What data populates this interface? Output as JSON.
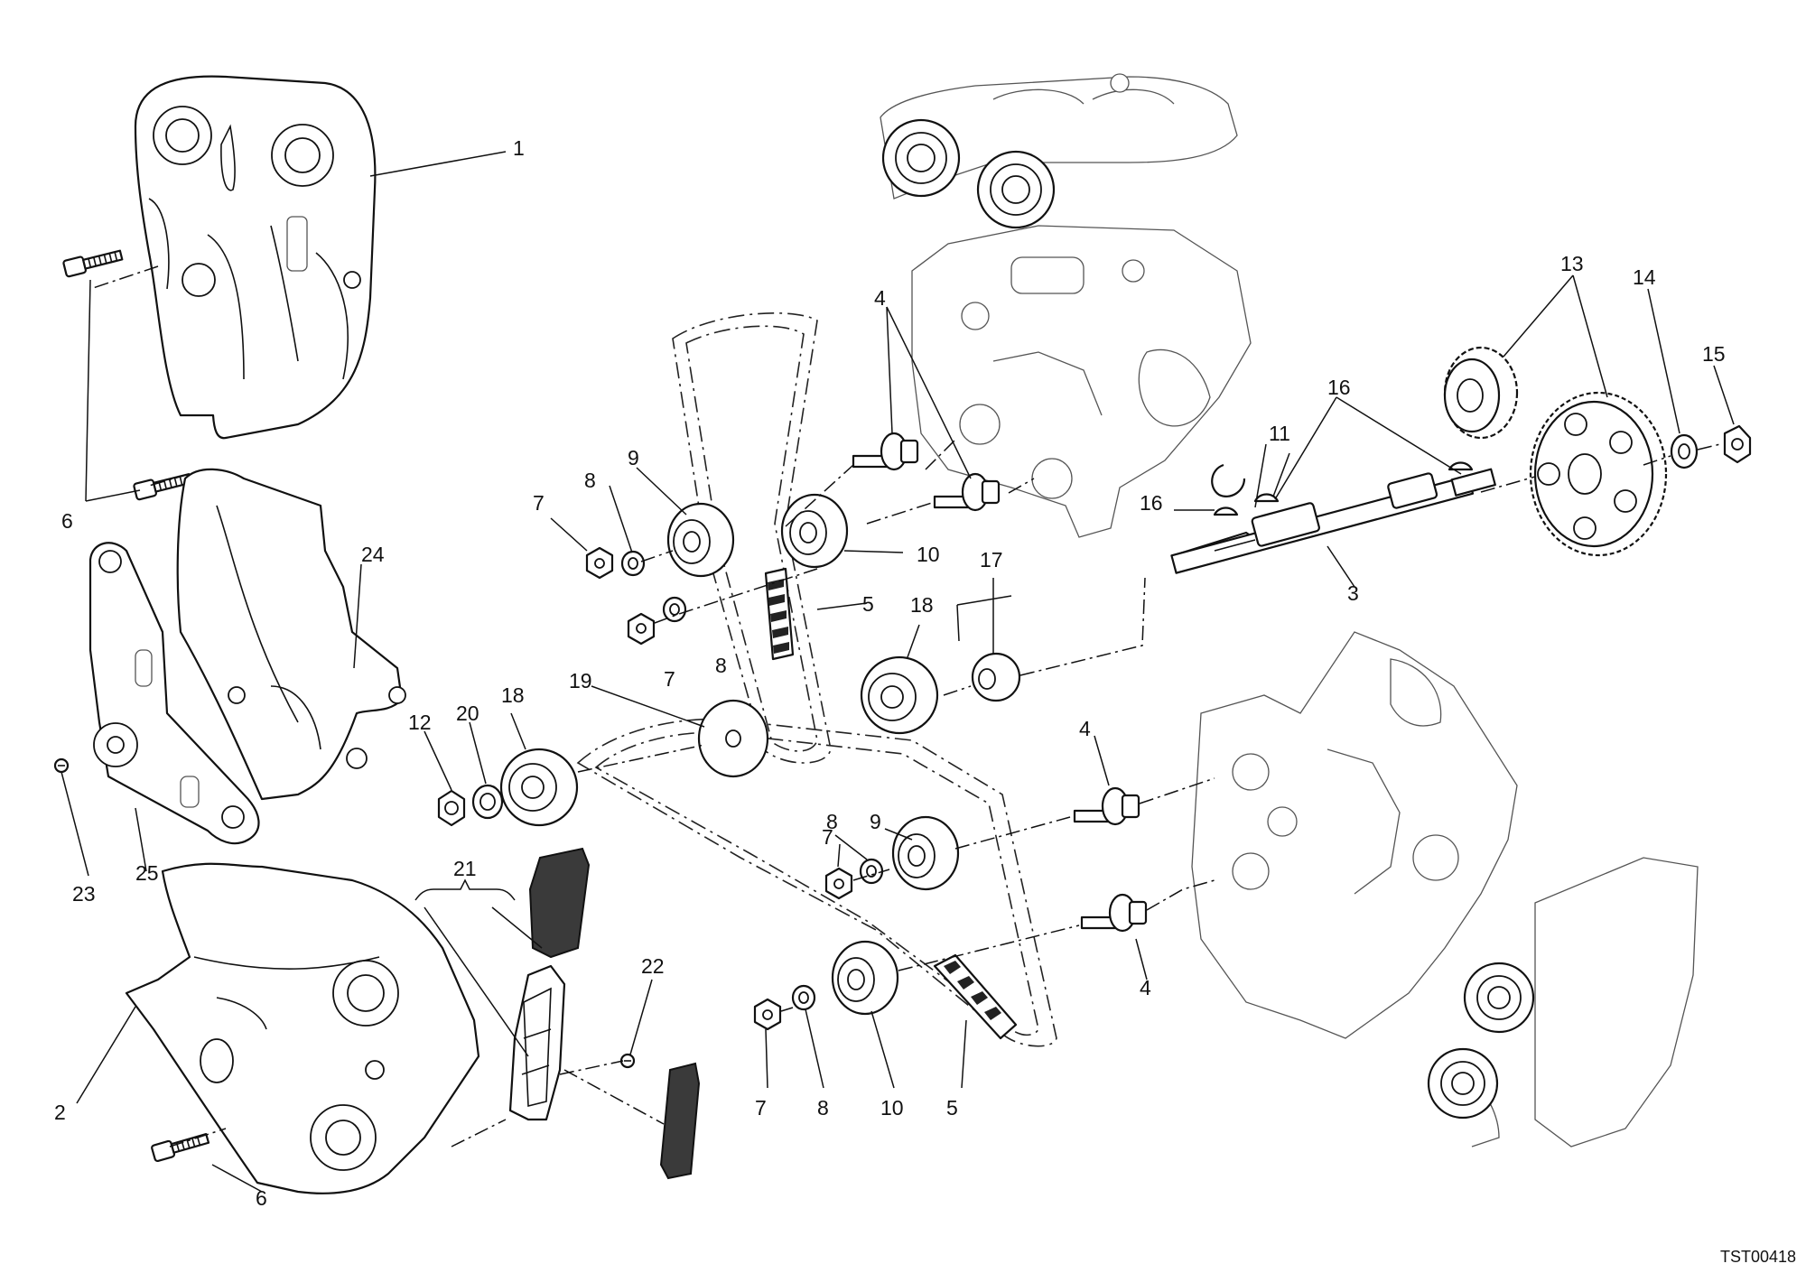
{
  "diagram_code": "TST00418",
  "callouts": {
    "c1": "1",
    "c2": "2",
    "c3": "3",
    "c4a": "4",
    "c4b": "4",
    "c4c": "4",
    "c5a": "5",
    "c5b": "5",
    "c6a": "6",
    "c6b": "6",
    "c7a": "7",
    "c7b": "7",
    "c7c": "7",
    "c7d": "7",
    "c8a": "8",
    "c8b": "8",
    "c8c": "8",
    "c8d": "8",
    "c9a": "9",
    "c9b": "9",
    "c10a": "10",
    "c10b": "10",
    "c11": "11",
    "c12": "12",
    "c13": "13",
    "c14": "14",
    "c15": "15",
    "c16a": "16",
    "c16b": "16",
    "c17": "17",
    "c18a": "18",
    "c18b": "18",
    "c19": "19",
    "c20": "20",
    "c21": "21",
    "c22": "22",
    "c23": "23",
    "c24": "24",
    "c25": "25"
  }
}
